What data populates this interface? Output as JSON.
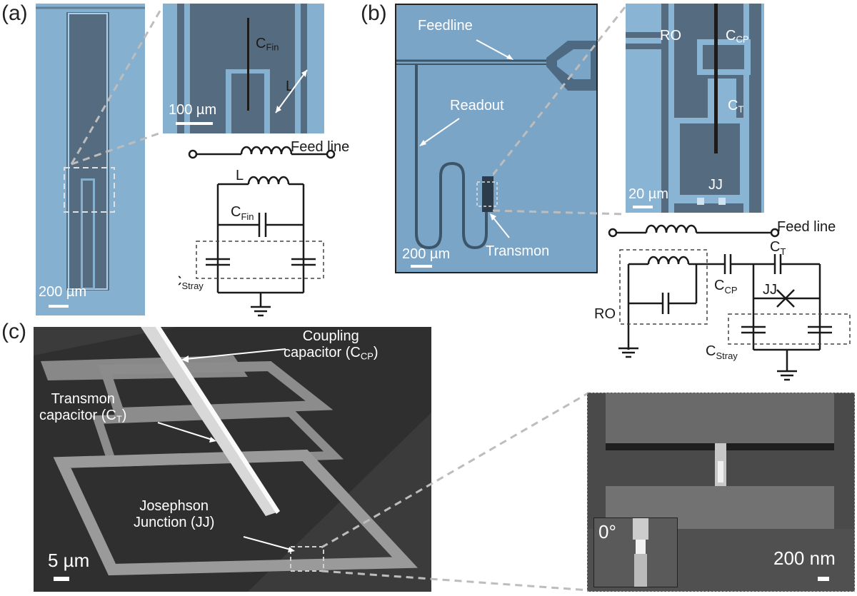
{
  "panels": {
    "a": {
      "label": "(a)",
      "main_scale": "200 µm",
      "zoom_scale": "100 µm",
      "zoom_cfin_main": "C",
      "zoom_cfin_sub": "Fin",
      "zoom_L": "L",
      "circuit": {
        "feed_line": "Feed line",
        "L": "L",
        "cfin_main": "C",
        "cfin_sub": "Fin",
        "cstray_main": "C",
        "cstray_sub": "Stray"
      }
    },
    "b": {
      "label": "(b)",
      "feedline": "Feedline",
      "readout": "Readout",
      "transmon": "Transmon",
      "main_scale": "200 µm",
      "zoom_ro": "RO",
      "zoom_ccp_main": "C",
      "zoom_ccp_sub": "CP",
      "zoom_ct_main": "C",
      "zoom_ct_sub": "T",
      "zoom_jj": "JJ",
      "zoom_scale": "20 µm",
      "circuit": {
        "feed_line": "Feed line",
        "ct_main": "C",
        "ct_sub": "T",
        "ccp_main": "C",
        "ccp_sub": "CP",
        "jj": "JJ",
        "ro": "RO",
        "cstray_main": "C",
        "cstray_sub": "Stray"
      }
    },
    "c": {
      "label": "(c)",
      "coupling_line1": "Coupling",
      "coupling_line2_main": "capacitor (C",
      "coupling_line2_sub": "CP",
      "coupling_line2_end": ")",
      "transmon_line1": "Transmon",
      "transmon_line2_main": "capacitor (C",
      "transmon_line2_sub": "T",
      "transmon_line2_end": ")",
      "jj_line1": "Josephson",
      "jj_line2": "Junction (JJ)",
      "main_scale": "5 µm",
      "zoom_scale": "200 nm",
      "inset_angle": "0°"
    }
  }
}
